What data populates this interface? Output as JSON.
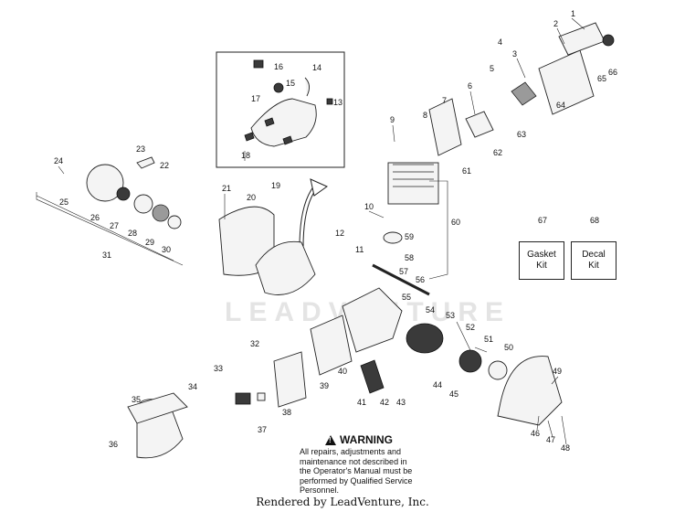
{
  "diagram": {
    "watermark_text": "LEADVENTURE",
    "part_numbers": [
      "1",
      "2",
      "3",
      "4",
      "5",
      "6",
      "7",
      "8",
      "9",
      "10",
      "11",
      "12",
      "13",
      "14",
      "15",
      "16",
      "17",
      "18",
      "19",
      "20",
      "21",
      "22",
      "23",
      "24",
      "25",
      "26",
      "27",
      "28",
      "29",
      "30",
      "31",
      "32",
      "33",
      "34",
      "35",
      "36",
      "37",
      "38",
      "39",
      "40",
      "41",
      "42",
      "43",
      "44",
      "45",
      "46",
      "47",
      "48",
      "49",
      "50",
      "51",
      "52",
      "53",
      "54",
      "55",
      "56",
      "57",
      "58",
      "59",
      "60",
      "61",
      "62",
      "63",
      "64",
      "65",
      "66",
      "67",
      "68"
    ],
    "kits": [
      {
        "number": "67",
        "label": "Gasket Kit"
      },
      {
        "number": "68",
        "label": "Decal Kit"
      }
    ]
  },
  "warning": {
    "title": "WARNING",
    "body": "All repairs, adjustments and maintenance not described in the Operator's Manual must be performed by Qualified Service Personnel."
  },
  "footer": {
    "rendered_by": "Rendered by LeadVenture, Inc."
  }
}
